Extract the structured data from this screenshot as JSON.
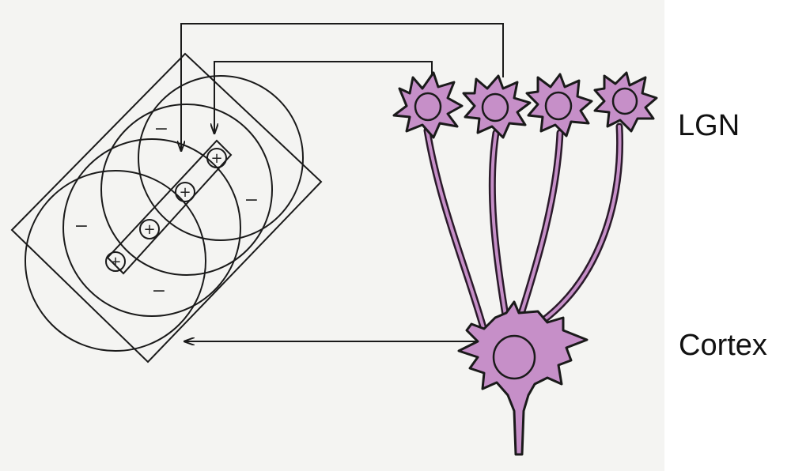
{
  "labels": {
    "lgn": "LGN",
    "cortex": "Cortex"
  },
  "signs": {
    "on": "+",
    "off": "−"
  },
  "colors": {
    "cell_fill": "#c68fc8",
    "outline": "#1a1a1a",
    "background": "#f4f4f2"
  },
  "counts": {
    "lgn_cells": 4,
    "cortex_cells": 1,
    "on_centers": 4
  }
}
